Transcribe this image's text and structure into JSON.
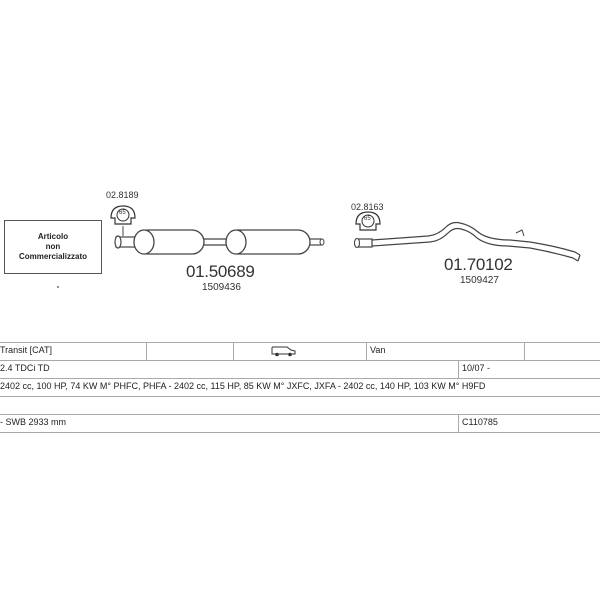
{
  "diagram": {
    "not_sold_lines": [
      "Articolo",
      "non",
      "Commercializzato"
    ],
    "clamps": [
      {
        "code": "02.8189",
        "badge": "65"
      },
      {
        "code": "02.8163",
        "badge": "65"
      }
    ],
    "parts": [
      {
        "number": "01.50689",
        "ref": "1509436"
      },
      {
        "number": "01.70102",
        "ref": "1509427"
      }
    ]
  },
  "vehicle": {
    "model": "Transit  [CAT]",
    "engine": "2.4 TDCi TD",
    "body": "Van",
    "body_icon": "van-icon",
    "date": "10/07 -",
    "engine_codes": "2402 cc, 100 HP, 74 KW M° PHFC, PHFA - 2402 cc, 115 HP, 85 KW M° JXFC, JXFA - 2402 cc, 140 HP, 103 KW M° H9FD",
    "wheelbase": "- SWB 2933 mm",
    "catalogue_code": "C110785"
  }
}
